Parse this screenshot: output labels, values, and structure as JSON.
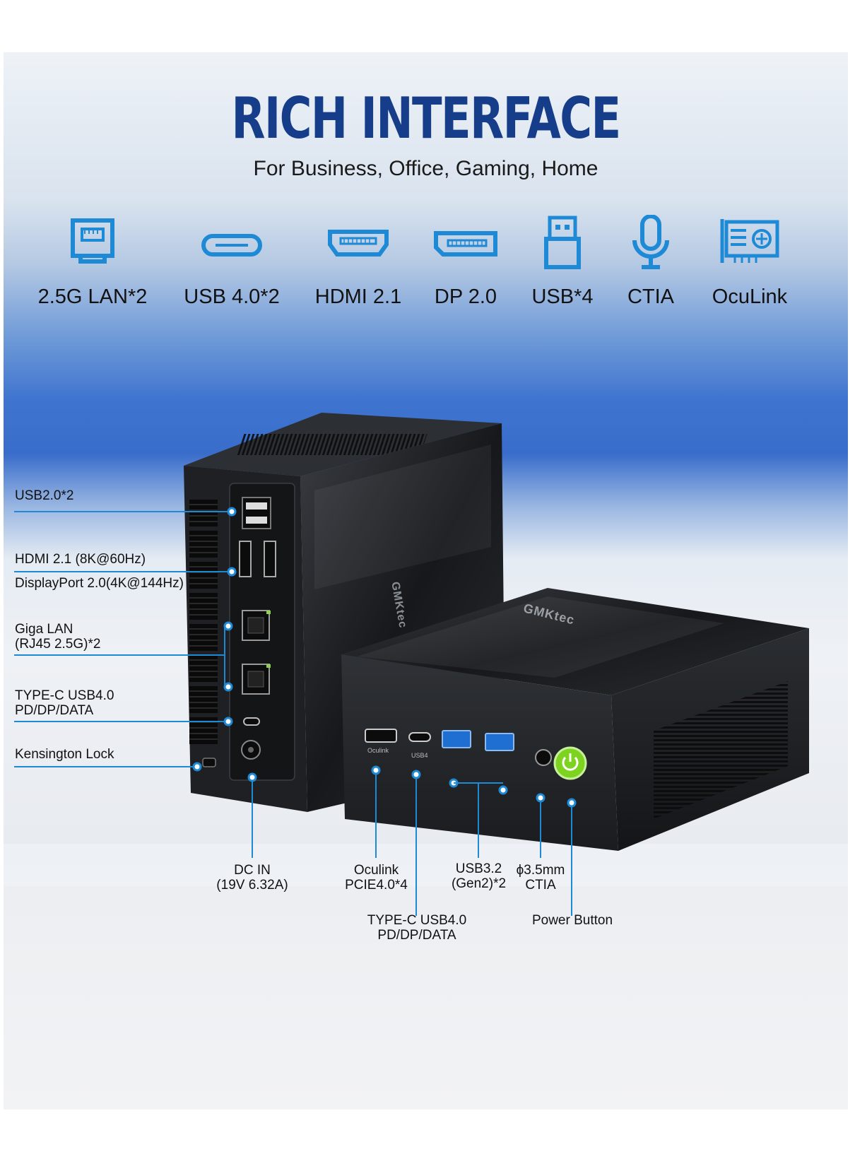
{
  "header": {
    "title": "RICH INTERFACE",
    "subtitle": "For Business, Office, Gaming, Home"
  },
  "features": [
    {
      "label": "2.5G LAN*2",
      "icon": "ethernet-port-icon"
    },
    {
      "label": "USB 4.0*2",
      "icon": "usb-c-port-icon"
    },
    {
      "label": "HDMI 2.1",
      "icon": "hdmi-port-icon"
    },
    {
      "label": "DP 2.0",
      "icon": "displayport-icon"
    },
    {
      "label": "USB*4",
      "icon": "usb-a-icon"
    },
    {
      "label": "CTIA",
      "icon": "microphone-icon"
    },
    {
      "label": "OcuLink",
      "icon": "graphics-card-icon"
    }
  ],
  "rear_callouts": {
    "usb2": "USB2.0*2",
    "hdmi": "HDMI 2.1 (8K@60Hz)",
    "dp": "DisplayPort 2.0(4K@144Hz)",
    "lan_1": "Giga LAN",
    "lan_2": "(RJ45 2.5G)*2",
    "typec_1": "TYPE-C USB4.0",
    "typec_2": "PD/DP/DATA",
    "kensington": "Kensington Lock"
  },
  "bottom_callouts": {
    "dcin_1": "DC IN",
    "dcin_2": "(19V 6.32A)",
    "oculink_1": "Oculink",
    "oculink_2": "PCIE4.0*4",
    "usb32_1": "USB3.2",
    "usb32_2": "(Gen2)*2",
    "audio_1": "ϕ3.5mm",
    "audio_2": "CTIA",
    "typec_1": "TYPE-C USB4.0",
    "typec_2": "PD/DP/DATA",
    "power": "Power Button"
  },
  "device": {
    "brand": "GMKtec",
    "port_labels": {
      "oculink": "Oculink",
      "usb4": "USB4"
    }
  },
  "colors": {
    "title": "#163d8a",
    "icon": "#1e8ad6",
    "leader": "#1e8ad6",
    "power_button": "#7ed321"
  }
}
